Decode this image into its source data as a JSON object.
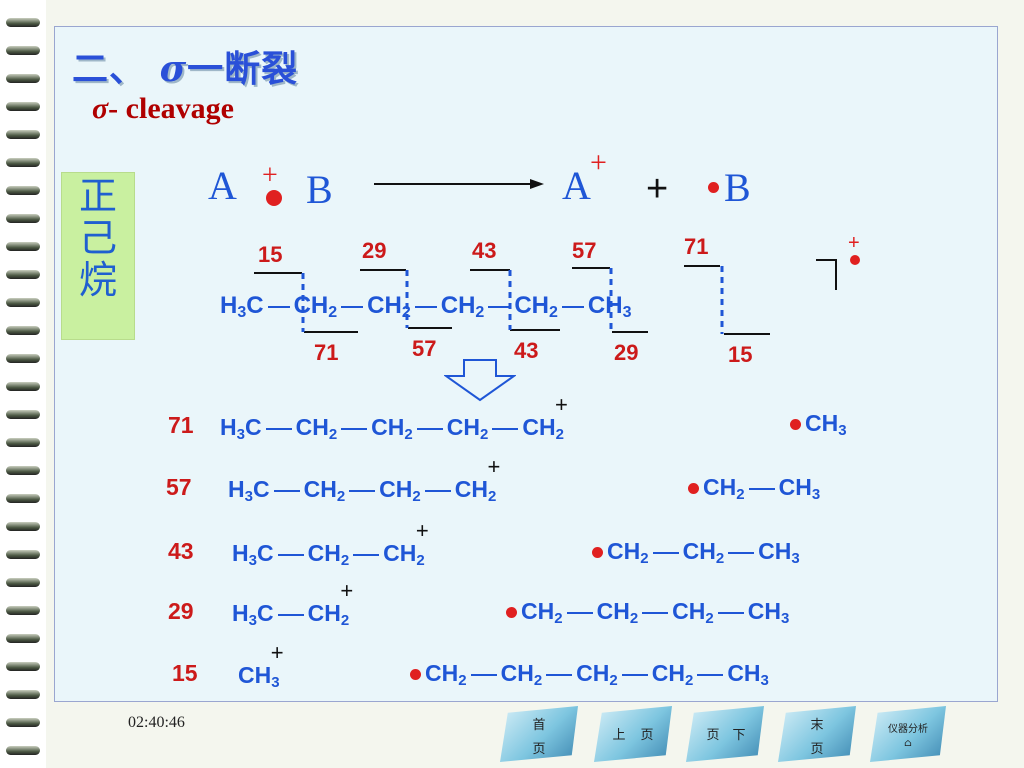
{
  "title": {
    "prefix": "二、",
    "sigma": "σ",
    "rest": "一断裂"
  },
  "subtitle": {
    "sigma": "σ",
    "rest": "- cleavage"
  },
  "sidebar_label": [
    "正",
    "己",
    "烷"
  ],
  "equation": {
    "left_a": "A",
    "left_b": "B",
    "plus_top": "+",
    "right_a": "A",
    "right_a_charge": "+",
    "plus_mid": "+",
    "right_b": "B"
  },
  "chain": {
    "top_numbers": [
      "15",
      "29",
      "43",
      "57",
      "71"
    ],
    "bottom_numbers": [
      "71",
      "57",
      "43",
      "29",
      "15"
    ],
    "groups": [
      "H3C",
      "CH2",
      "CH2",
      "CH2",
      "CH2",
      "CH3"
    ],
    "charge": "+"
  },
  "fragments": [
    {
      "mass": "71",
      "ion": [
        "H3C",
        "CH2",
        "CH2",
        "CH2",
        "CH2"
      ],
      "radical": [
        "CH3"
      ]
    },
    {
      "mass": "57",
      "ion": [
        "H3C",
        "CH2",
        "CH2",
        "CH2"
      ],
      "radical": [
        "CH2",
        "CH3"
      ]
    },
    {
      "mass": "43",
      "ion": [
        "H3C",
        "CH2",
        "CH2"
      ],
      "radical": [
        "CH2",
        "CH2",
        "CH3"
      ]
    },
    {
      "mass": "29",
      "ion": [
        "H3C",
        "CH2"
      ],
      "radical": [
        "CH2",
        "CH2",
        "CH2",
        "CH3"
      ]
    },
    {
      "mass": "15",
      "ion": [
        "CH3"
      ],
      "radical": [
        "CH2",
        "CH2",
        "CH2",
        "CH2",
        "CH3"
      ]
    }
  ],
  "clock": "02:40:46",
  "nav": [
    {
      "line1": "首",
      "line2": "页"
    },
    {
      "line1": "上",
      "line2": "页"
    },
    {
      "line1": "页",
      "line2": "下"
    },
    {
      "line1": "末",
      "line2": "页"
    },
    {
      "line1": "仪器分析",
      "line2": ""
    }
  ]
}
